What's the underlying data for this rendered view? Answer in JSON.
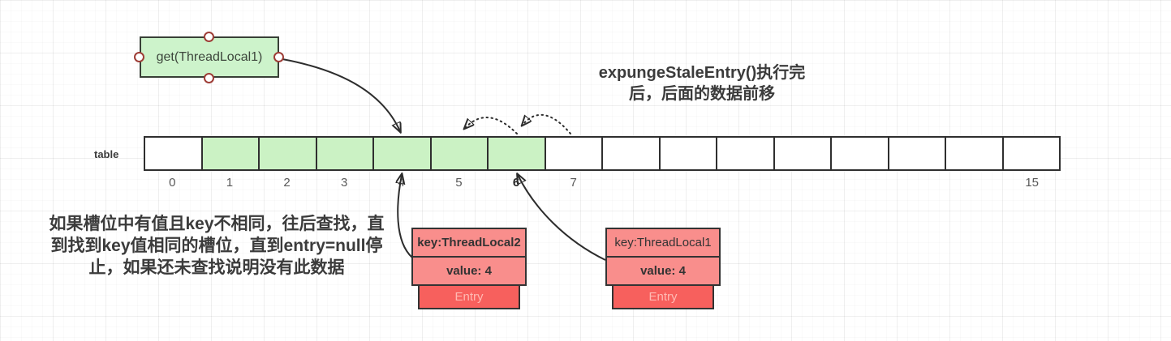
{
  "title": {
    "line1": "expungeStaleEntry()执行完",
    "line2": "后，后面的数据前移"
  },
  "get_box": {
    "label": "get(ThreadLocal1)"
  },
  "table": {
    "label": "table",
    "cell_count": 16,
    "green_cells": [
      1,
      2,
      3,
      4,
      5,
      6
    ],
    "indices": [
      "0",
      "1",
      "2",
      "3",
      "4",
      "5",
      "6",
      "7",
      "",
      "",
      "",
      "",
      "",
      "",
      "",
      "15"
    ],
    "bold_index": "6"
  },
  "note": {
    "lines": [
      "如果槽位中有值且key不相同，往后查找，直",
      "到找到key值相同的槽位，直到entry=null停",
      "止，如果还未查找说明没有此数据"
    ]
  },
  "entries": [
    {
      "key": "key:ThreadLocal2",
      "value": "value: 4",
      "entry_label": "Entry",
      "points_to_slot": "4"
    },
    {
      "key": "key:ThreadLocal1",
      "value": "value: 4",
      "entry_label": "Entry",
      "points_to_slot": "6"
    }
  ],
  "arrows": {
    "get_to_slot4": "get(ThreadLocal1) hashes to slot 4",
    "entry2_to_slot4": "ThreadLocal2 entry sits at slot 4",
    "entry1_to_slot6": "ThreadLocal1 entry sits at slot 6",
    "shift_6_to_5": "data moves forward from slot 6 to slot 5",
    "shift_7_to_6": "data moves forward from slot 7 to slot 6"
  },
  "colors": {
    "box_green": "#cdf3cb",
    "cell_green": "#cbf2c4",
    "entry_salmon": "#f98e8c",
    "entry_red": "#f7605d",
    "handle_ring": "#9e3d36",
    "stroke": "#2d2d2d",
    "text_dark": "#3b3b3b"
  }
}
